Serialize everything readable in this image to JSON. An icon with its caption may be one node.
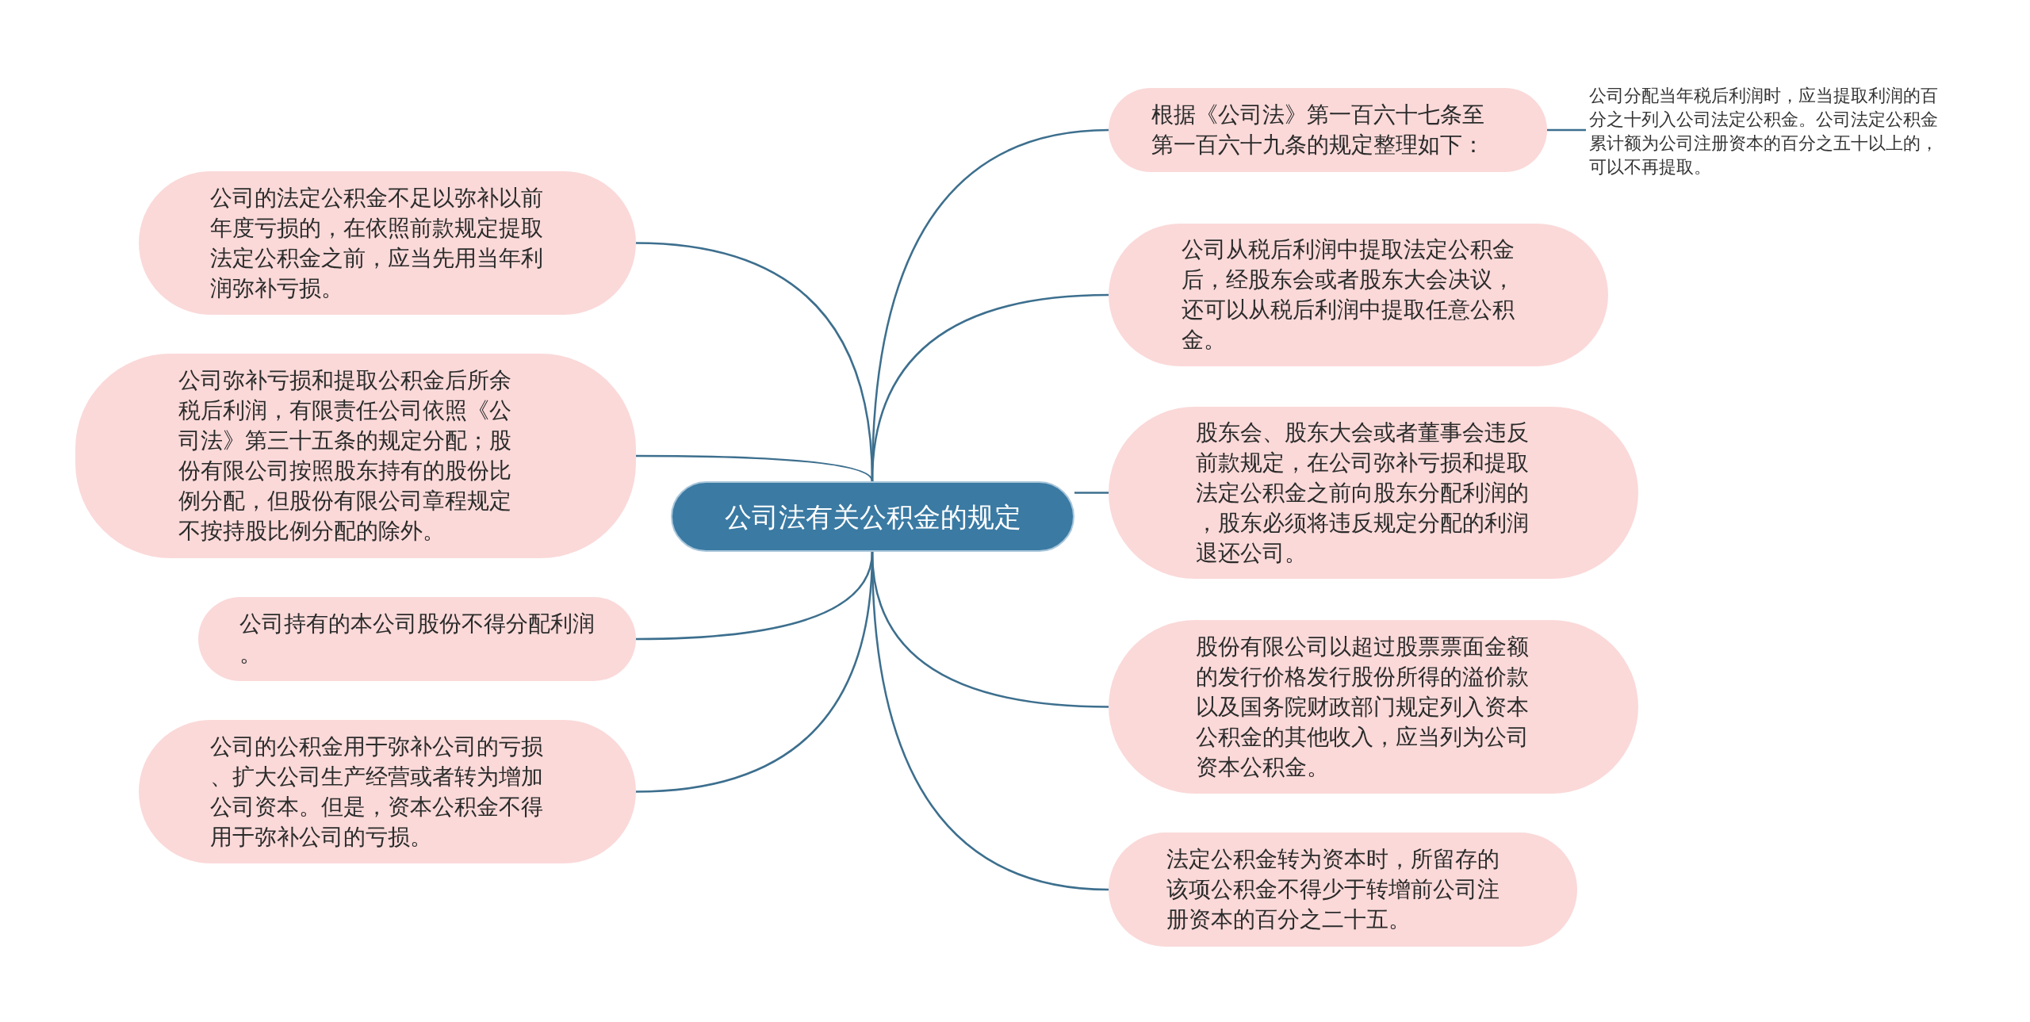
{
  "diagram": {
    "nodes": [
      {
        "text": [
          "公司法有关公积金的规定"
        ]
      },
      {
        "text": [
          "公司的法定公积金不足以弥补以前年度亏损的，在依照前款规定提取法定公积金之前，应当先用当年利润弥补亏损。"
        ]
      },
      {
        "text": [
          "公司弥补亏损和提取公积金后所余税后利润，有限责任公司依照《公司法》第三十五条的规定分配；股份有限公司按照股东持有的股份比例分配，但股份有限公司章程规定不按持股比例分配的除外。"
        ]
      },
      {
        "text": [
          "公司持有的本公司股份不得分配利润。"
        ]
      },
      {
        "text": [
          "公司的公积金用于弥补公司的亏损、扩大公司生产经营或者转为增加公司资本。但是，资本公积金不得用于弥补公司的亏损。"
        ]
      },
      {
        "text": [
          "根据《公司法》第一百六十七条至第一百六十九条的规定整理如下："
        ]
      },
      {
        "text": [
          "公司从税后利润中提取法定公积金后，经股东会或者股东大会决议，还可以从税后利润中提取任意公积金。"
        ]
      },
      {
        "text": [
          "股东会、股东大会或者董事会违反前款规定，在公司弥补亏损和提取法定公积金之前向股东分配利润的，股东必须将违反规定分配的利润退还公司。"
        ]
      },
      {
        "text": [
          "股份有限公司以超过股票票面金额的发行价格发行股份所得的溢价款以及国务院财政部门规定列入资本公积金的其他收入，应当列为公司资本公积金。"
        ]
      },
      {
        "text": [
          "法定公积金转为资本时，所留存的该项公积金不得少于转增前公司注册资本的百分之二十五。"
        ]
      },
      {
        "text": [
          "公司分配当年税后利润时，应当提取利润的百分之十列入公司法定公积金。公司法定公积金累计额为公司注册资本的百分之五十以上的，可以不再提取。"
        ]
      }
    ],
    "edges": [
      {
        "from": 0,
        "to": 1,
        "arrow": "none"
      },
      {
        "from": 0,
        "to": 2,
        "arrow": "none"
      },
      {
        "from": 0,
        "to": 3,
        "arrow": "none"
      },
      {
        "from": 0,
        "to": 4,
        "arrow": "none"
      },
      {
        "from": 0,
        "to": 5,
        "arrow": "none"
      },
      {
        "from": 0,
        "to": 6,
        "arrow": "none"
      },
      {
        "from": 0,
        "to": 7,
        "arrow": "none"
      },
      {
        "from": 0,
        "to": 8,
        "arrow": "none"
      },
      {
        "from": 0,
        "to": 9,
        "arrow": "none"
      },
      {
        "from": 5,
        "to": 10,
        "arrow": "none"
      }
    ]
  }
}
